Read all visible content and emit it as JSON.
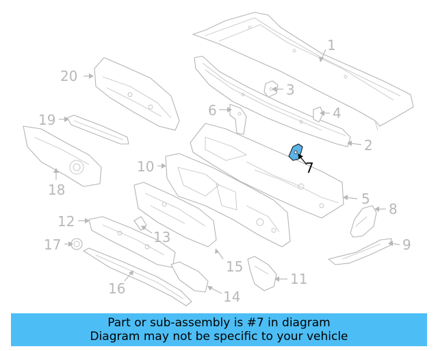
{
  "diagram": {
    "highlight_color": "#5ab4e8",
    "callouts": [
      {
        "id": "1",
        "label": "1"
      },
      {
        "id": "2",
        "label": "2"
      },
      {
        "id": "3",
        "label": "3"
      },
      {
        "id": "4",
        "label": "4"
      },
      {
        "id": "5",
        "label": "5"
      },
      {
        "id": "6",
        "label": "6"
      },
      {
        "id": "7",
        "label": "7",
        "highlighted": true
      },
      {
        "id": "8",
        "label": "8"
      },
      {
        "id": "9",
        "label": "9"
      },
      {
        "id": "10",
        "label": "10"
      },
      {
        "id": "11",
        "label": "11"
      },
      {
        "id": "12",
        "label": "12"
      },
      {
        "id": "13",
        "label": "13"
      },
      {
        "id": "14",
        "label": "14"
      },
      {
        "id": "15",
        "label": "15"
      },
      {
        "id": "16",
        "label": "16"
      },
      {
        "id": "17",
        "label": "17"
      },
      {
        "id": "18",
        "label": "18"
      },
      {
        "id": "19",
        "label": "19"
      },
      {
        "id": "20",
        "label": "20"
      }
    ]
  },
  "banner": {
    "line1": "Part or sub-assembly is #7 in diagram",
    "line2": "Diagram may not be specific to your vehicle",
    "background": "#4dbef5"
  }
}
